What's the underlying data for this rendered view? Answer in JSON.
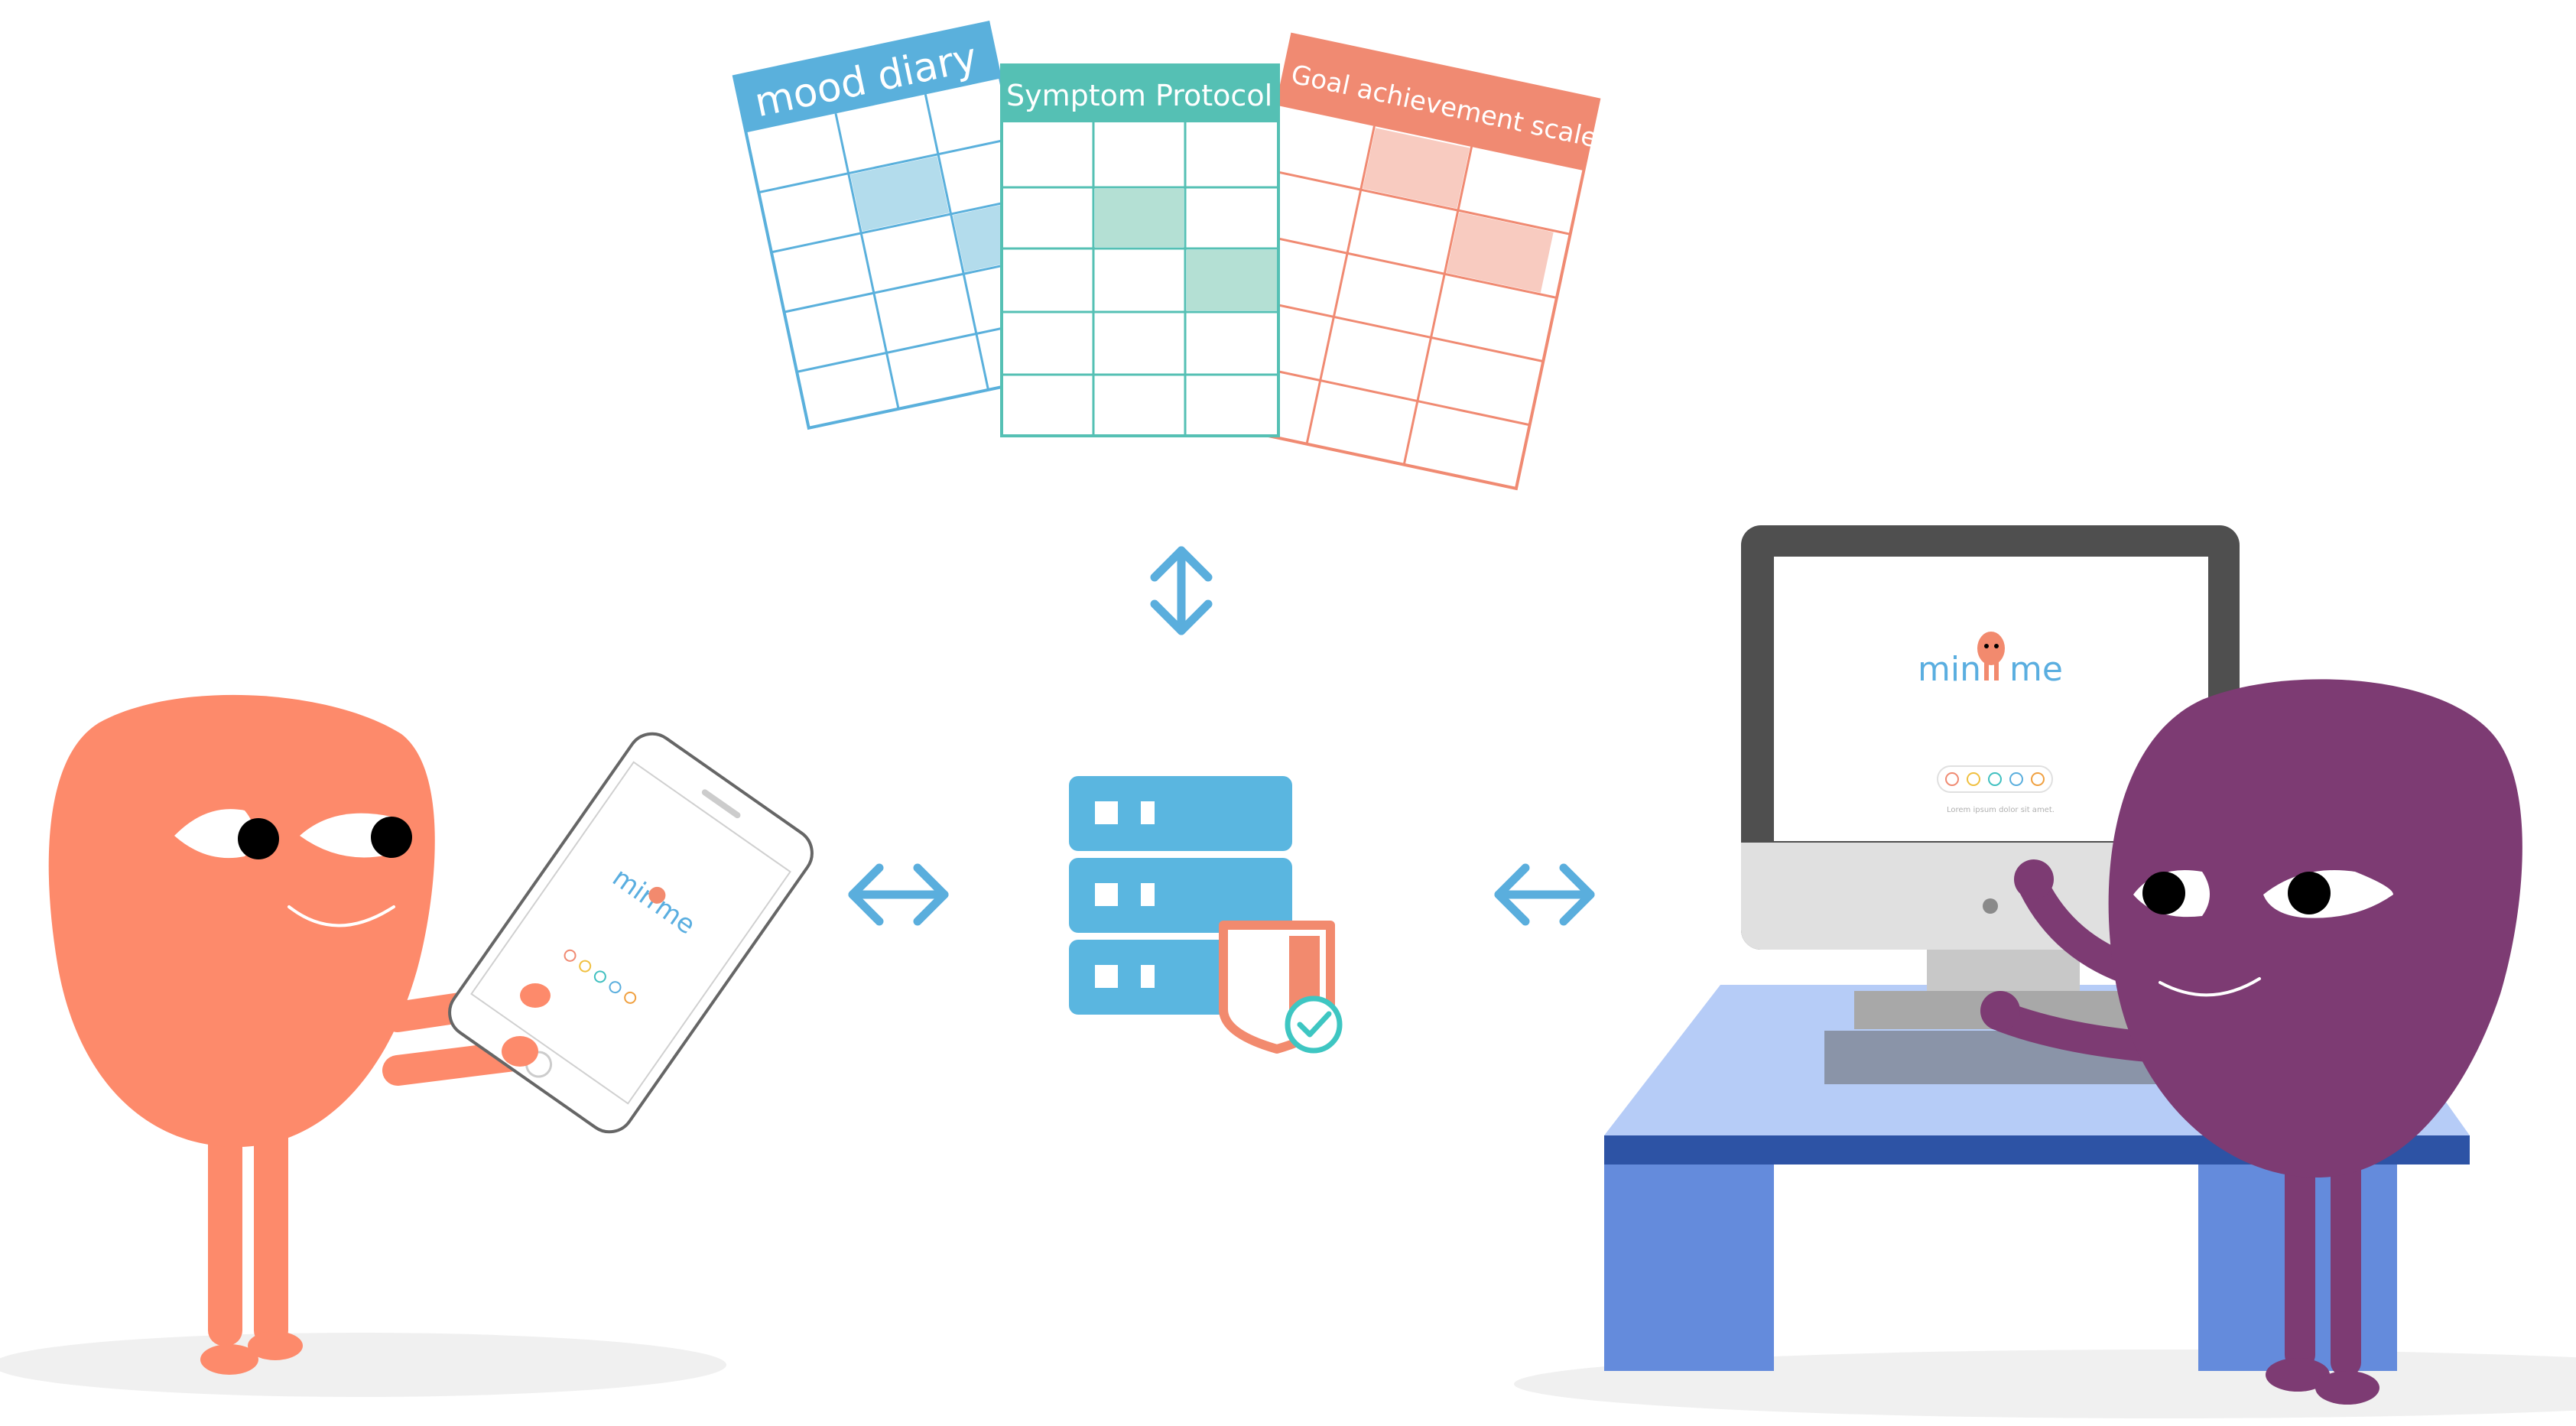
{
  "sheets": {
    "mood": {
      "title": "mood diary",
      "color": "#5ab0dc",
      "fill": "#b3dcec"
    },
    "symptom": {
      "title": "Symptom Protocol",
      "color": "#55c0b4",
      "fill": "#b4e0d4"
    },
    "goal": {
      "title": "Goal achievement scale",
      "color": "#f08a72",
      "fill": "#f8cbc0"
    }
  },
  "app": {
    "logo_left": "min",
    "logo_right": "me",
    "caption": "Lorem ipsum dolor sit amet."
  },
  "colors": {
    "orange_character": "#fd8a6b",
    "purple_character": "#7d3b73",
    "arrows": "#5aaedd",
    "server": "#5ab6e0",
    "shield": "#f28a6e",
    "check": "#3ec6c2",
    "desk_top": "#b6ccf7",
    "desk_legs": "#648bdc",
    "monitor_frame": "#4f4f4f"
  }
}
